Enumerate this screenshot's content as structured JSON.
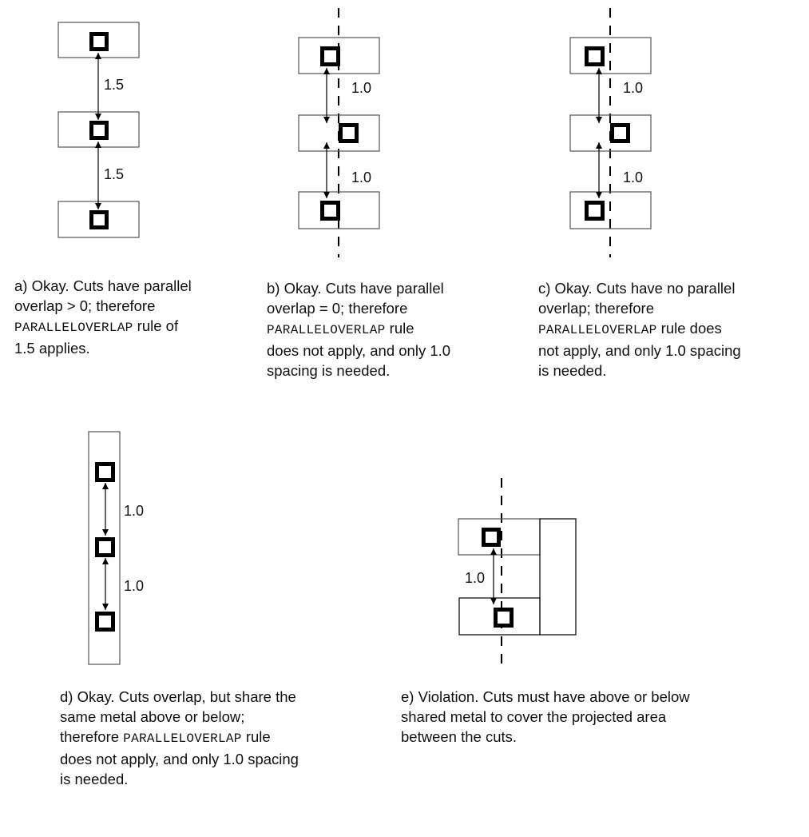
{
  "panels": {
    "a": {
      "spacing_labels": [
        "1.5",
        "1.5"
      ],
      "caption": {
        "l1": "a) Okay. Cuts have parallel",
        "l2": "overlap > 0; therefore",
        "l3_code": "PARALLELOVERLAP",
        "l3_text": " rule of",
        "l4": "1.5 applies."
      }
    },
    "b": {
      "spacing_labels": [
        "1.0",
        "1.0"
      ],
      "caption": {
        "l1": "b) Okay. Cuts have parallel",
        "l2": "overlap = 0; therefore",
        "l3_code": "PARALLELOVERLAP",
        "l3_text": " rule",
        "l4": "does not apply, and only 1.0",
        "l5": "spacing is needed."
      }
    },
    "c": {
      "spacing_labels": [
        "1.0",
        "1.0"
      ],
      "caption": {
        "l1": "c) Okay. Cuts have no parallel",
        "l2": "overlap; therefore",
        "l3_code": "PARALLELOVERLAP",
        "l3_text": " rule does",
        "l4": "not apply, and only 1.0 spacing",
        "l5": "is needed."
      }
    },
    "d": {
      "spacing_labels": [
        "1.0",
        "1.0"
      ],
      "caption": {
        "l1": "d) Okay. Cuts overlap, but share the",
        "l2": "same metal above or below;",
        "l3_pre": "therefore ",
        "l3_code": "PARALLELOVERLAP",
        "l3_text": " rule",
        "l4": "does not apply, and only 1.0 spacing",
        "l5": "is needed."
      }
    },
    "e": {
      "spacing_labels": [
        "1.0"
      ],
      "caption": {
        "l1": "e) Violation. Cuts must have above or below",
        "l2": "shared metal to cover the projected area",
        "l3": "between the cuts."
      }
    }
  }
}
